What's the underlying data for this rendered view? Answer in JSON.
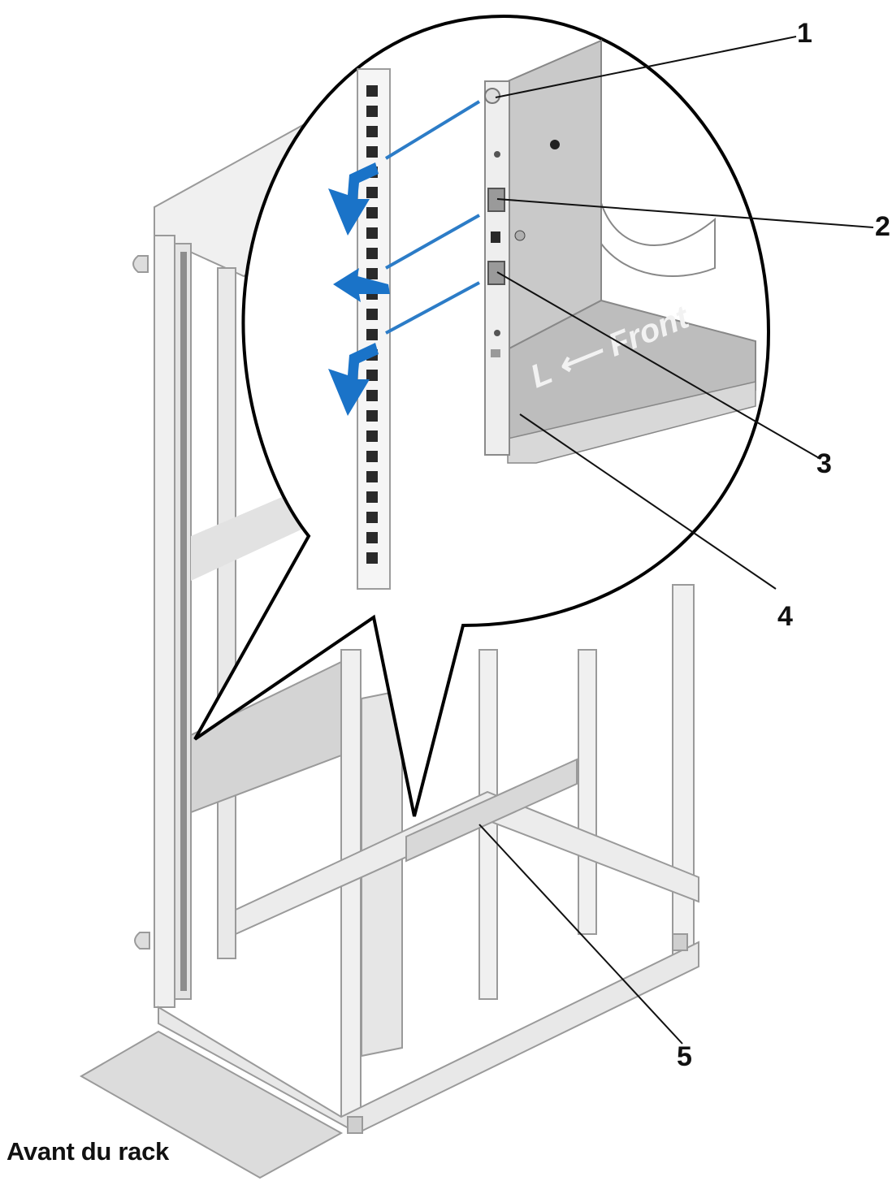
{
  "caption": "Avant du rack",
  "rail_label": "L ⟵ Front",
  "callouts": [
    {
      "number": "1"
    },
    {
      "number": "2"
    },
    {
      "number": "3"
    },
    {
      "number": "4"
    },
    {
      "number": "5"
    }
  ],
  "colors": {
    "arrow": "#1a73c8",
    "line": "#2c7cc7",
    "frame": "#f0f0f0",
    "frame_stroke": "#9a9a9a",
    "rail_fill": "#bdbdbd",
    "bracket_fill": "#c9c9c9",
    "magnifier_stroke": "#000000"
  }
}
